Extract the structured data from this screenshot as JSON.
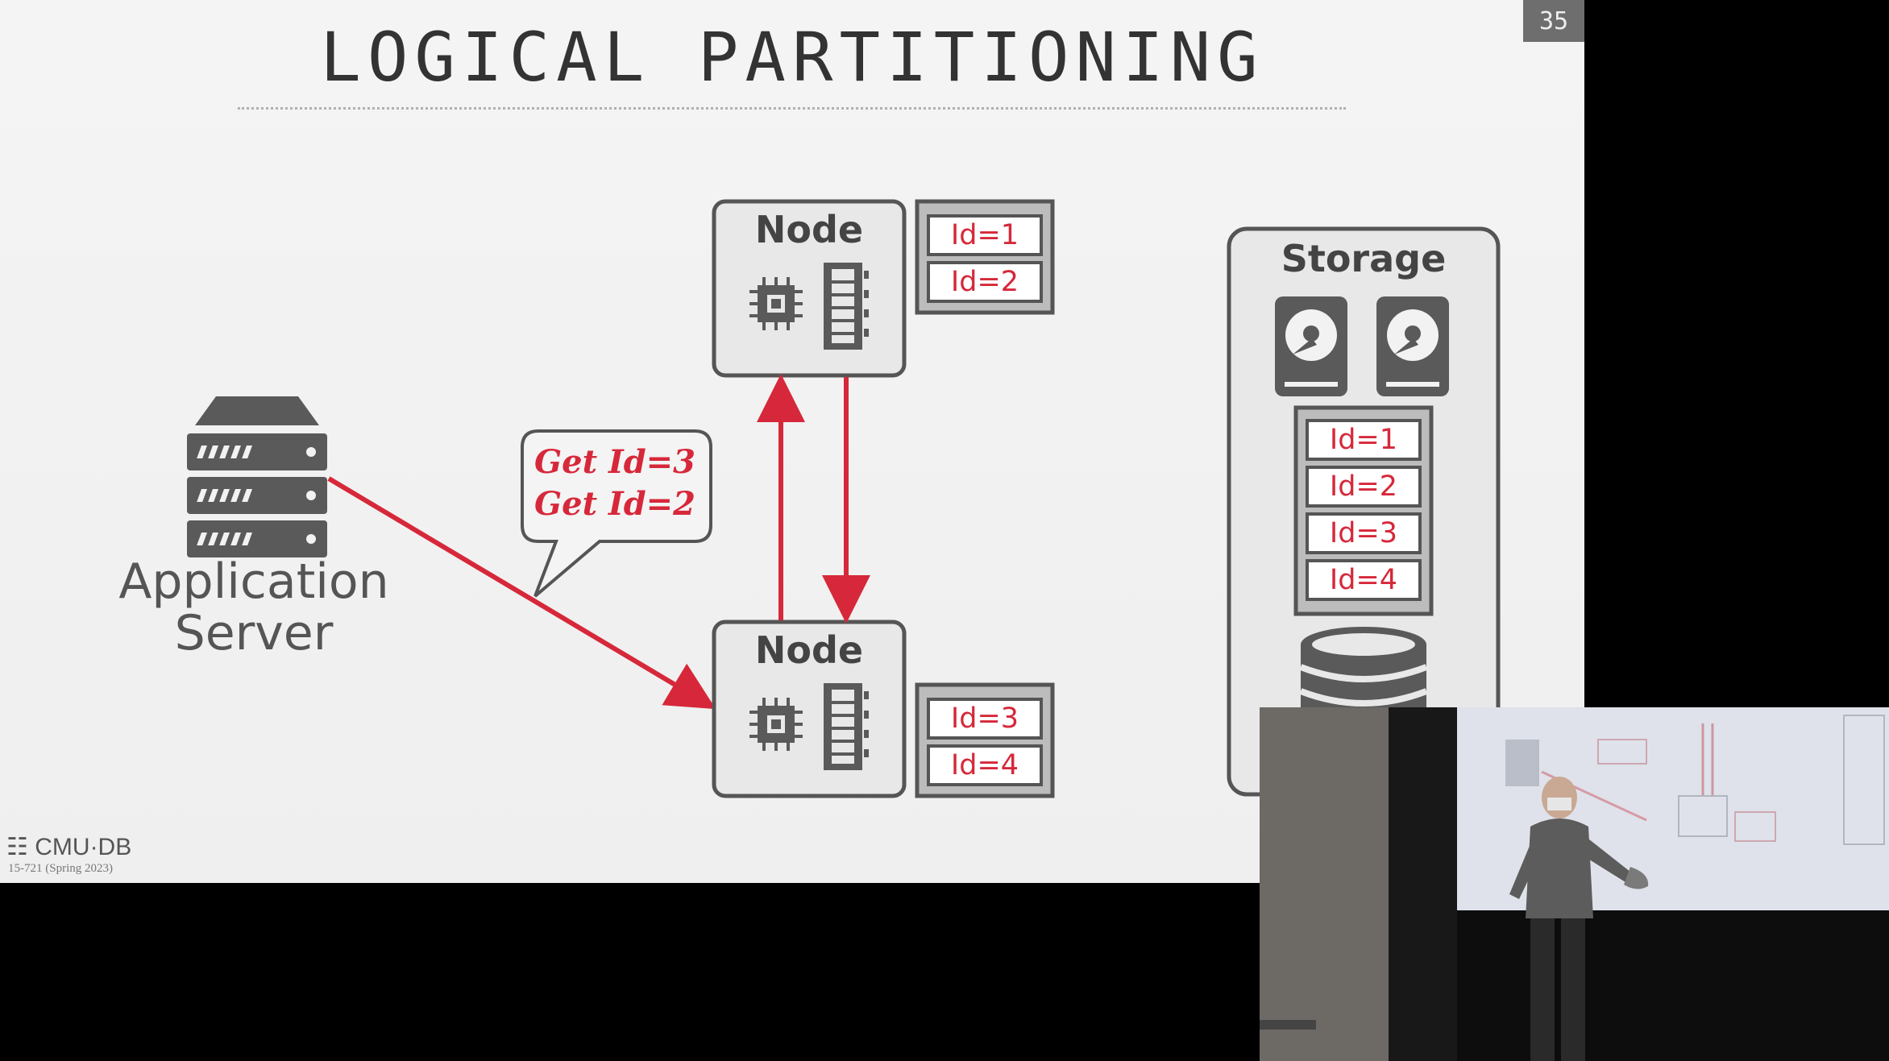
{
  "slide": {
    "title": "LOGICAL PARTITIONING",
    "page_number": "35",
    "logo_text": "CMU·DB",
    "course_text": "15-721 (Spring 2023)"
  },
  "diagram": {
    "app_server_label_line1": "Application",
    "app_server_label_line2": "Server",
    "node_top_label": "Node",
    "node_bottom_label": "Node",
    "storage_label": "Storage",
    "request_line1": "Get Id=3",
    "request_line2": "Get Id=2",
    "node_top_partition": [
      "Id=1",
      "Id=2"
    ],
    "node_bottom_partition": [
      "Id=3",
      "Id=4"
    ],
    "storage_records": [
      "Id=1",
      "Id=2",
      "Id=3",
      "Id=4"
    ]
  },
  "colors": {
    "accent": "#d6283a",
    "box_border": "#555555",
    "box_fill": "#e8e8e8",
    "icon": "#5a5a5a"
  }
}
